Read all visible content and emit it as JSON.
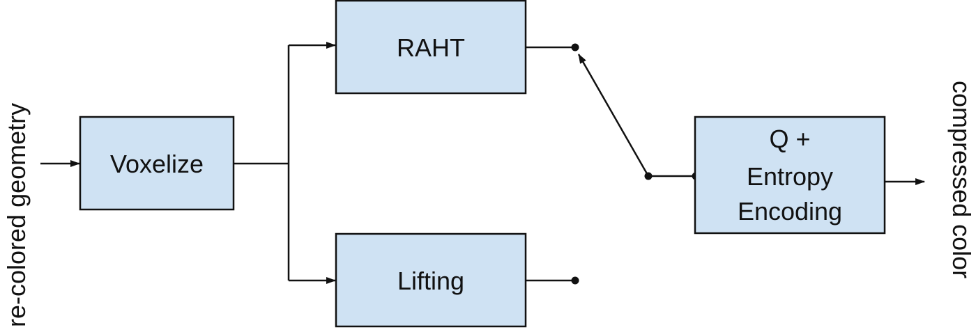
{
  "diagram": {
    "input_label": "re-colored geometry",
    "output_label": "compressed color",
    "blocks": {
      "voxelize": {
        "lines": [
          "Voxelize"
        ]
      },
      "raht": {
        "lines": [
          "RAHT"
        ]
      },
      "lifting": {
        "lines": [
          "Lifting"
        ]
      },
      "encoder": {
        "lines": [
          "Q +",
          "Entropy",
          "Encoding"
        ]
      }
    },
    "colors": {
      "block_fill": "#cfe2f3",
      "stroke": "#111111"
    }
  }
}
